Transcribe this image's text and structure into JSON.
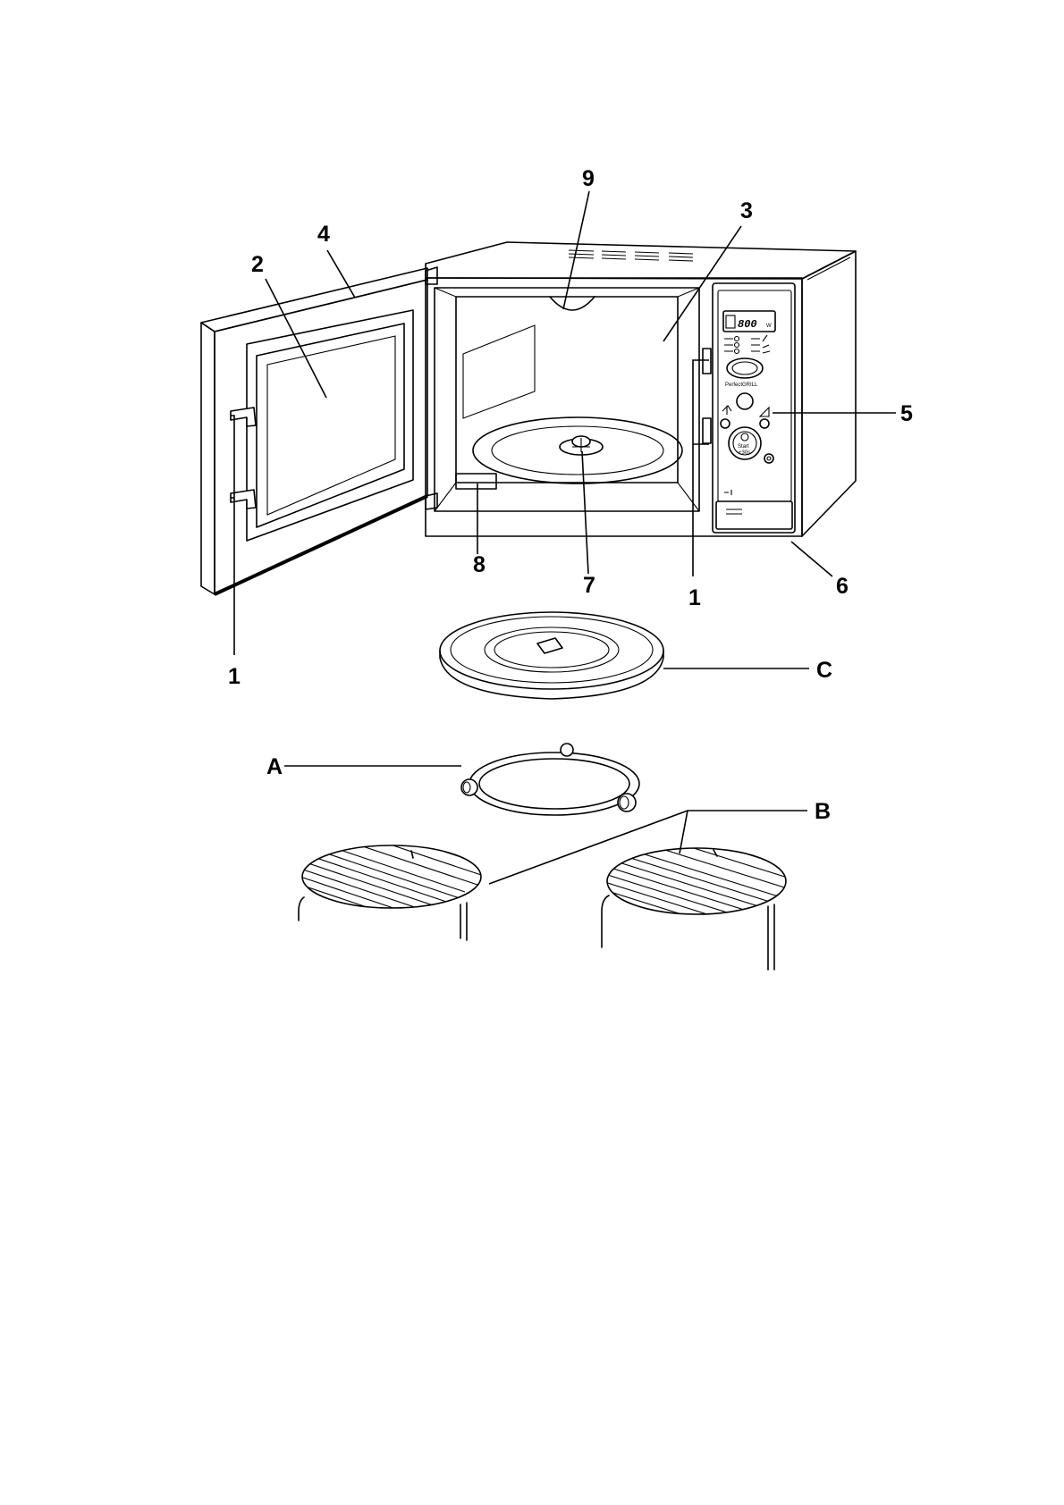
{
  "labels": {
    "l9": "9",
    "l3": "3",
    "l4": "4",
    "l2": "2",
    "l5": "5",
    "l6": "6",
    "l8": "8",
    "l7": "7",
    "l1_right": "1",
    "l1_left": "1",
    "lC": "C",
    "lA": "A",
    "lB": "B"
  },
  "control_panel": {
    "display_value": "800",
    "display_unit": "W",
    "brand_text": "PerfectGRILL",
    "start_label": "Start",
    "start_sublabel": "+30s"
  },
  "colors": {
    "ink": "#000000",
    "paper": "#ffffff"
  }
}
